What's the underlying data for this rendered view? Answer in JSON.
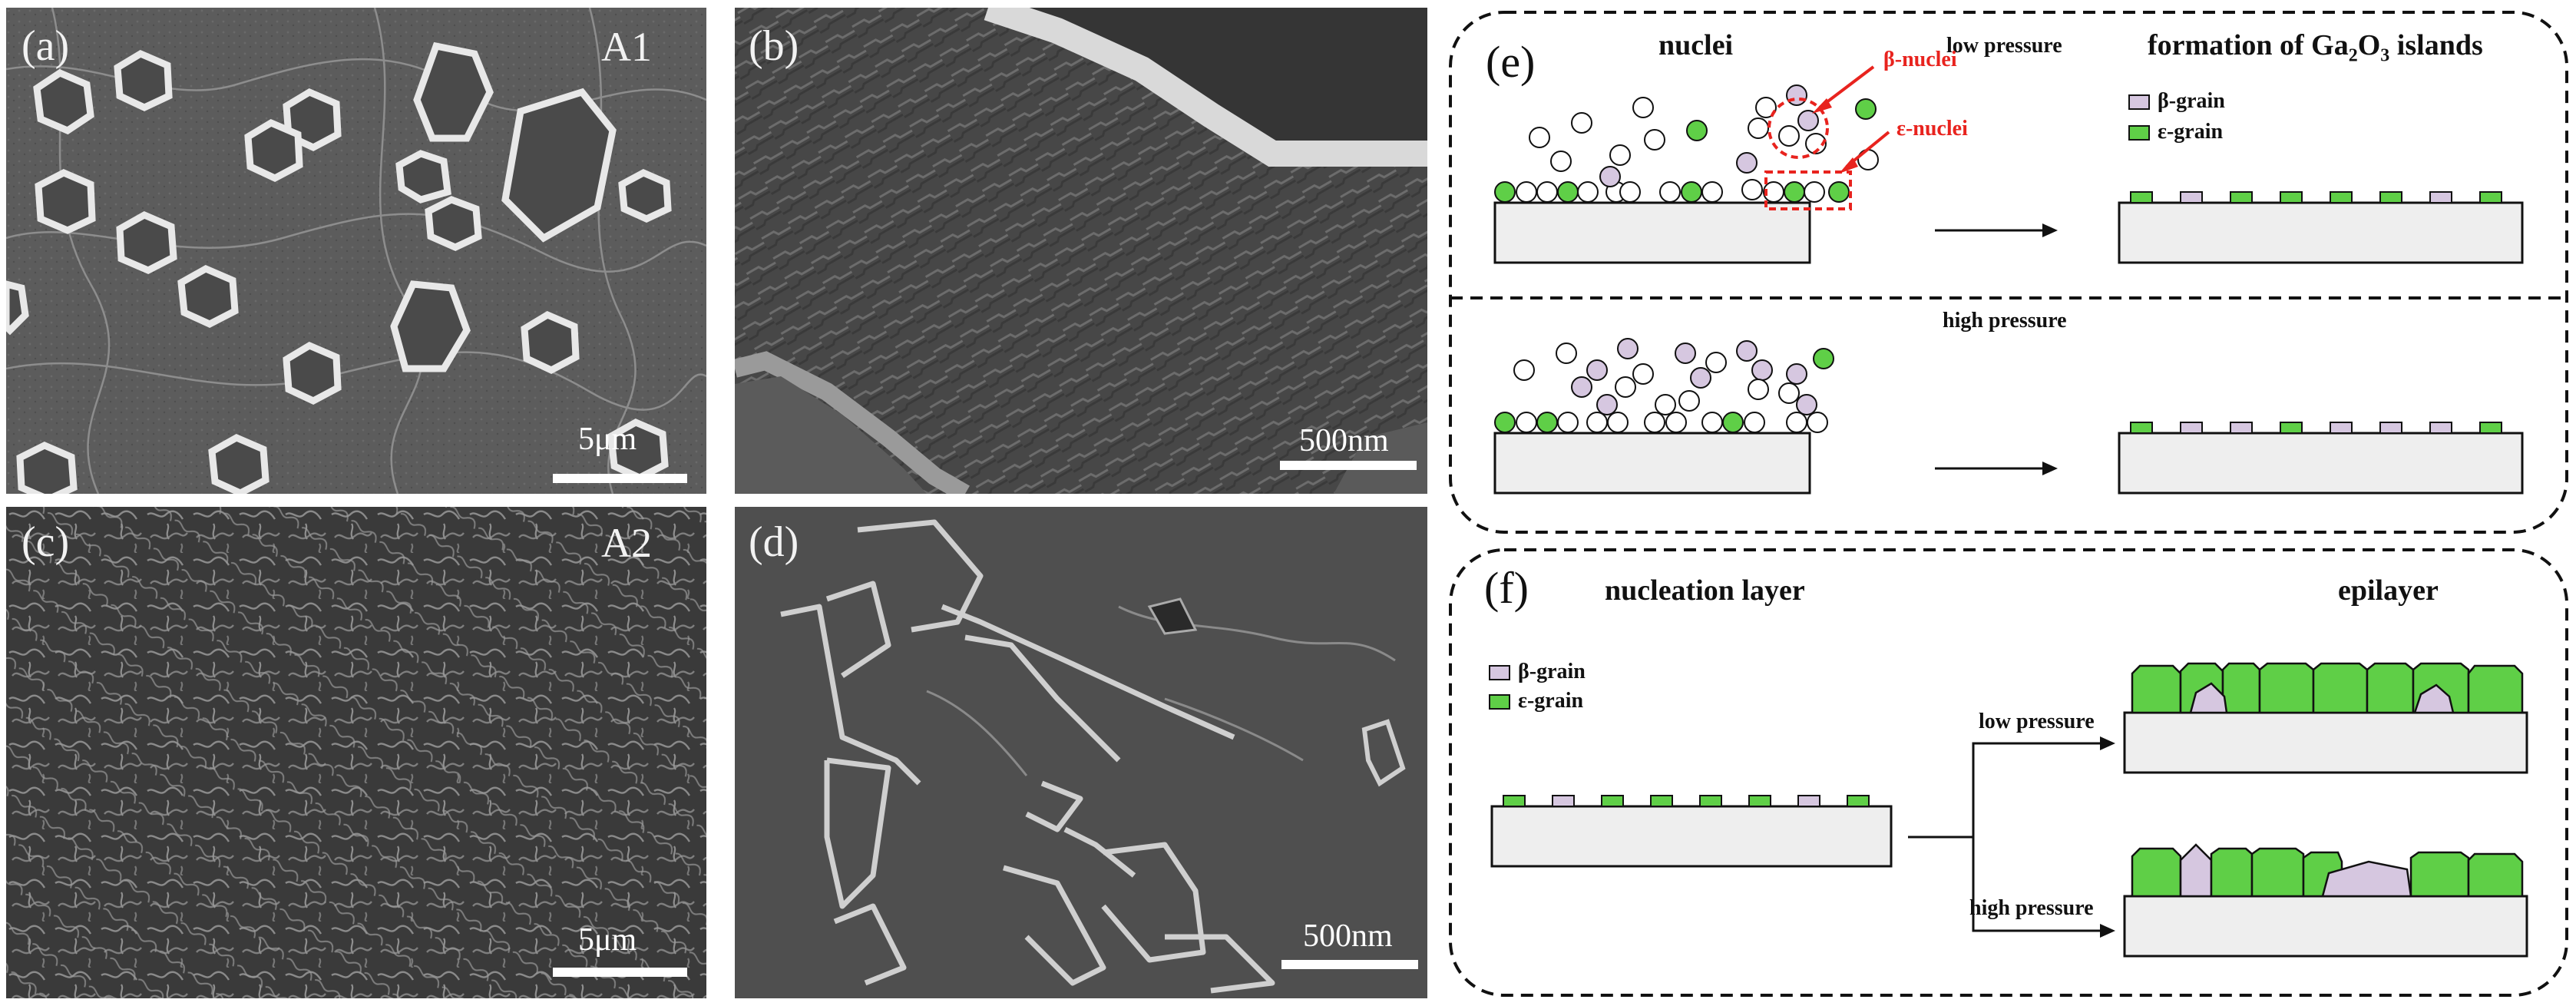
{
  "panels": {
    "a": {
      "label": "(a)",
      "sample": "A1",
      "scale": "5μm"
    },
    "b": {
      "label": "(b)",
      "scale": "500nm"
    },
    "c": {
      "label": "(c)",
      "sample": "A2",
      "scale": "5μm"
    },
    "d": {
      "label": "(d)",
      "scale": "500nm"
    }
  },
  "diagram_e": {
    "label": "(e)",
    "nuclei_title": "nuclei",
    "low_pressure": "low pressure",
    "high_pressure": "high pressure",
    "formation_title_prefix": "formation of Ga",
    "formation_sub1": "2",
    "formation_mid": "O",
    "formation_sub2": "3",
    "formation_suffix": " islands",
    "beta_nuclei": "β-nuclei",
    "epsilon_nuclei": "ε-nuclei",
    "legend_beta": "β-grain",
    "legend_epsilon": "ε-grain"
  },
  "diagram_f": {
    "label": "(f)",
    "nucleation_layer": "nucleation layer",
    "epilayer": "epilayer",
    "low_pressure": "low pressure",
    "high_pressure": "high pressure",
    "legend_beta": "β-grain",
    "legend_epsilon": "ε-grain"
  },
  "colors": {
    "beta": "#d6c7e0",
    "epsilon": "#5fcf47",
    "substrate": "#eeeeee",
    "annotation_red": "#e8231e",
    "sem_bg": "#5a5a5a"
  }
}
